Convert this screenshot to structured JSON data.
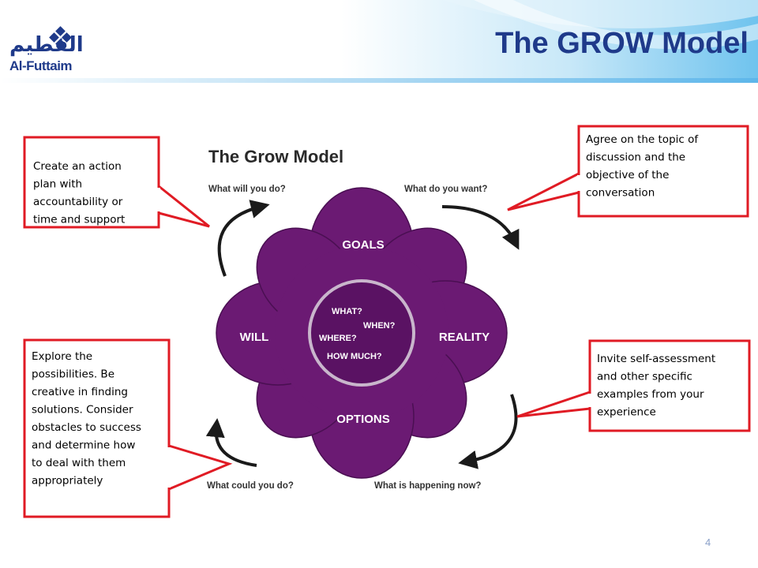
{
  "slide": {
    "title": "The GROW Model",
    "number": "4",
    "accent_color": "#1f3a8a",
    "callout_border_color": "#e01b24"
  },
  "logo": {
    "arabic_text": "الفطيم",
    "english_text": "Al-Futtaim"
  },
  "diagram": {
    "heading": "The Grow Model",
    "petal_color": "#6b1a73",
    "petals": {
      "top": "GOALS",
      "right": "REALITY",
      "bottom": "OPTIONS",
      "left": "WILL"
    },
    "center": {
      "line1": "WHAT?",
      "line2": "WHEN?",
      "line3": "WHERE?",
      "line4": "HOW MUCH?"
    },
    "questions": {
      "top_left": "What will you do?",
      "top_right": "What do you want?",
      "bottom_left": "What could you do?",
      "bottom_right": "What is happening now?"
    }
  },
  "callouts": {
    "top_left": {
      "lines": [
        "Create an action",
        "plan with",
        "accountability or",
        "time and support"
      ]
    },
    "top_right": {
      "lines": [
        "Agree on the topic of",
        "discussion and the",
        "objective of the",
        "conversation"
      ]
    },
    "bottom_left": {
      "lines": [
        "Explore the",
        "possibilities.  Be",
        "creative in finding",
        "solutions.  Consider",
        "obstacles to success",
        "and determine how",
        "to deal with them",
        "appropriately"
      ]
    },
    "bottom_right": {
      "lines": [
        "Invite self-assessment",
        "and other specific",
        "examples from your",
        "experience"
      ]
    }
  }
}
